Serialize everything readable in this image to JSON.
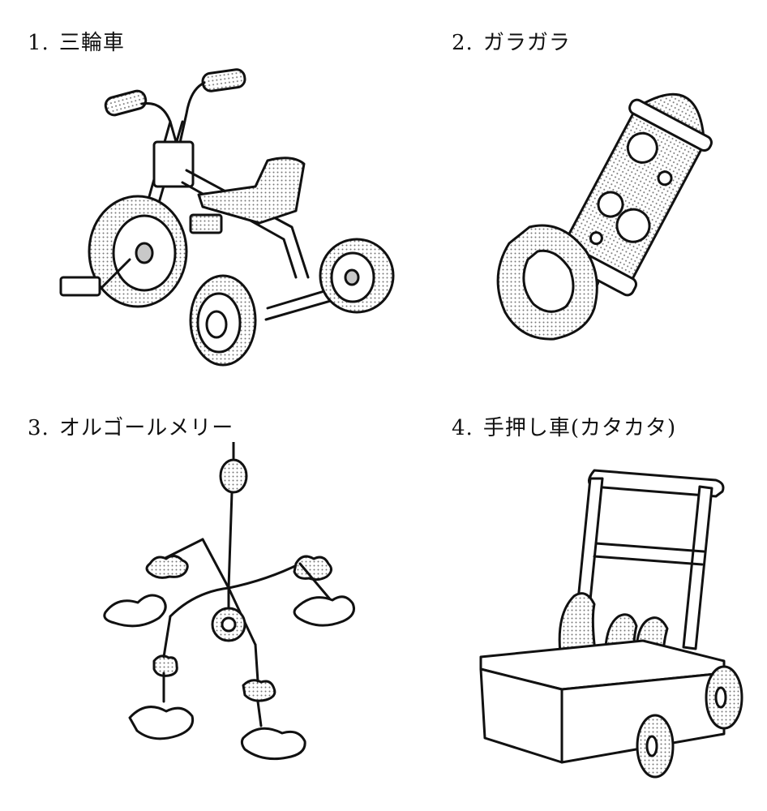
{
  "items": [
    {
      "number": "1.",
      "label": "三輪車",
      "icon": "tricycle-icon"
    },
    {
      "number": "2.",
      "label": "ガラガラ",
      "icon": "rattle-icon"
    },
    {
      "number": "3.",
      "label": "オルゴールメリー",
      "icon": "music-box-mobile-icon"
    },
    {
      "number": "4.",
      "label": "手押し車(カタカタ)",
      "icon": "push-cart-icon"
    }
  ],
  "colors": {
    "background": "#ffffff",
    "ink": "#111111",
    "shade": "#c8c8c8"
  }
}
